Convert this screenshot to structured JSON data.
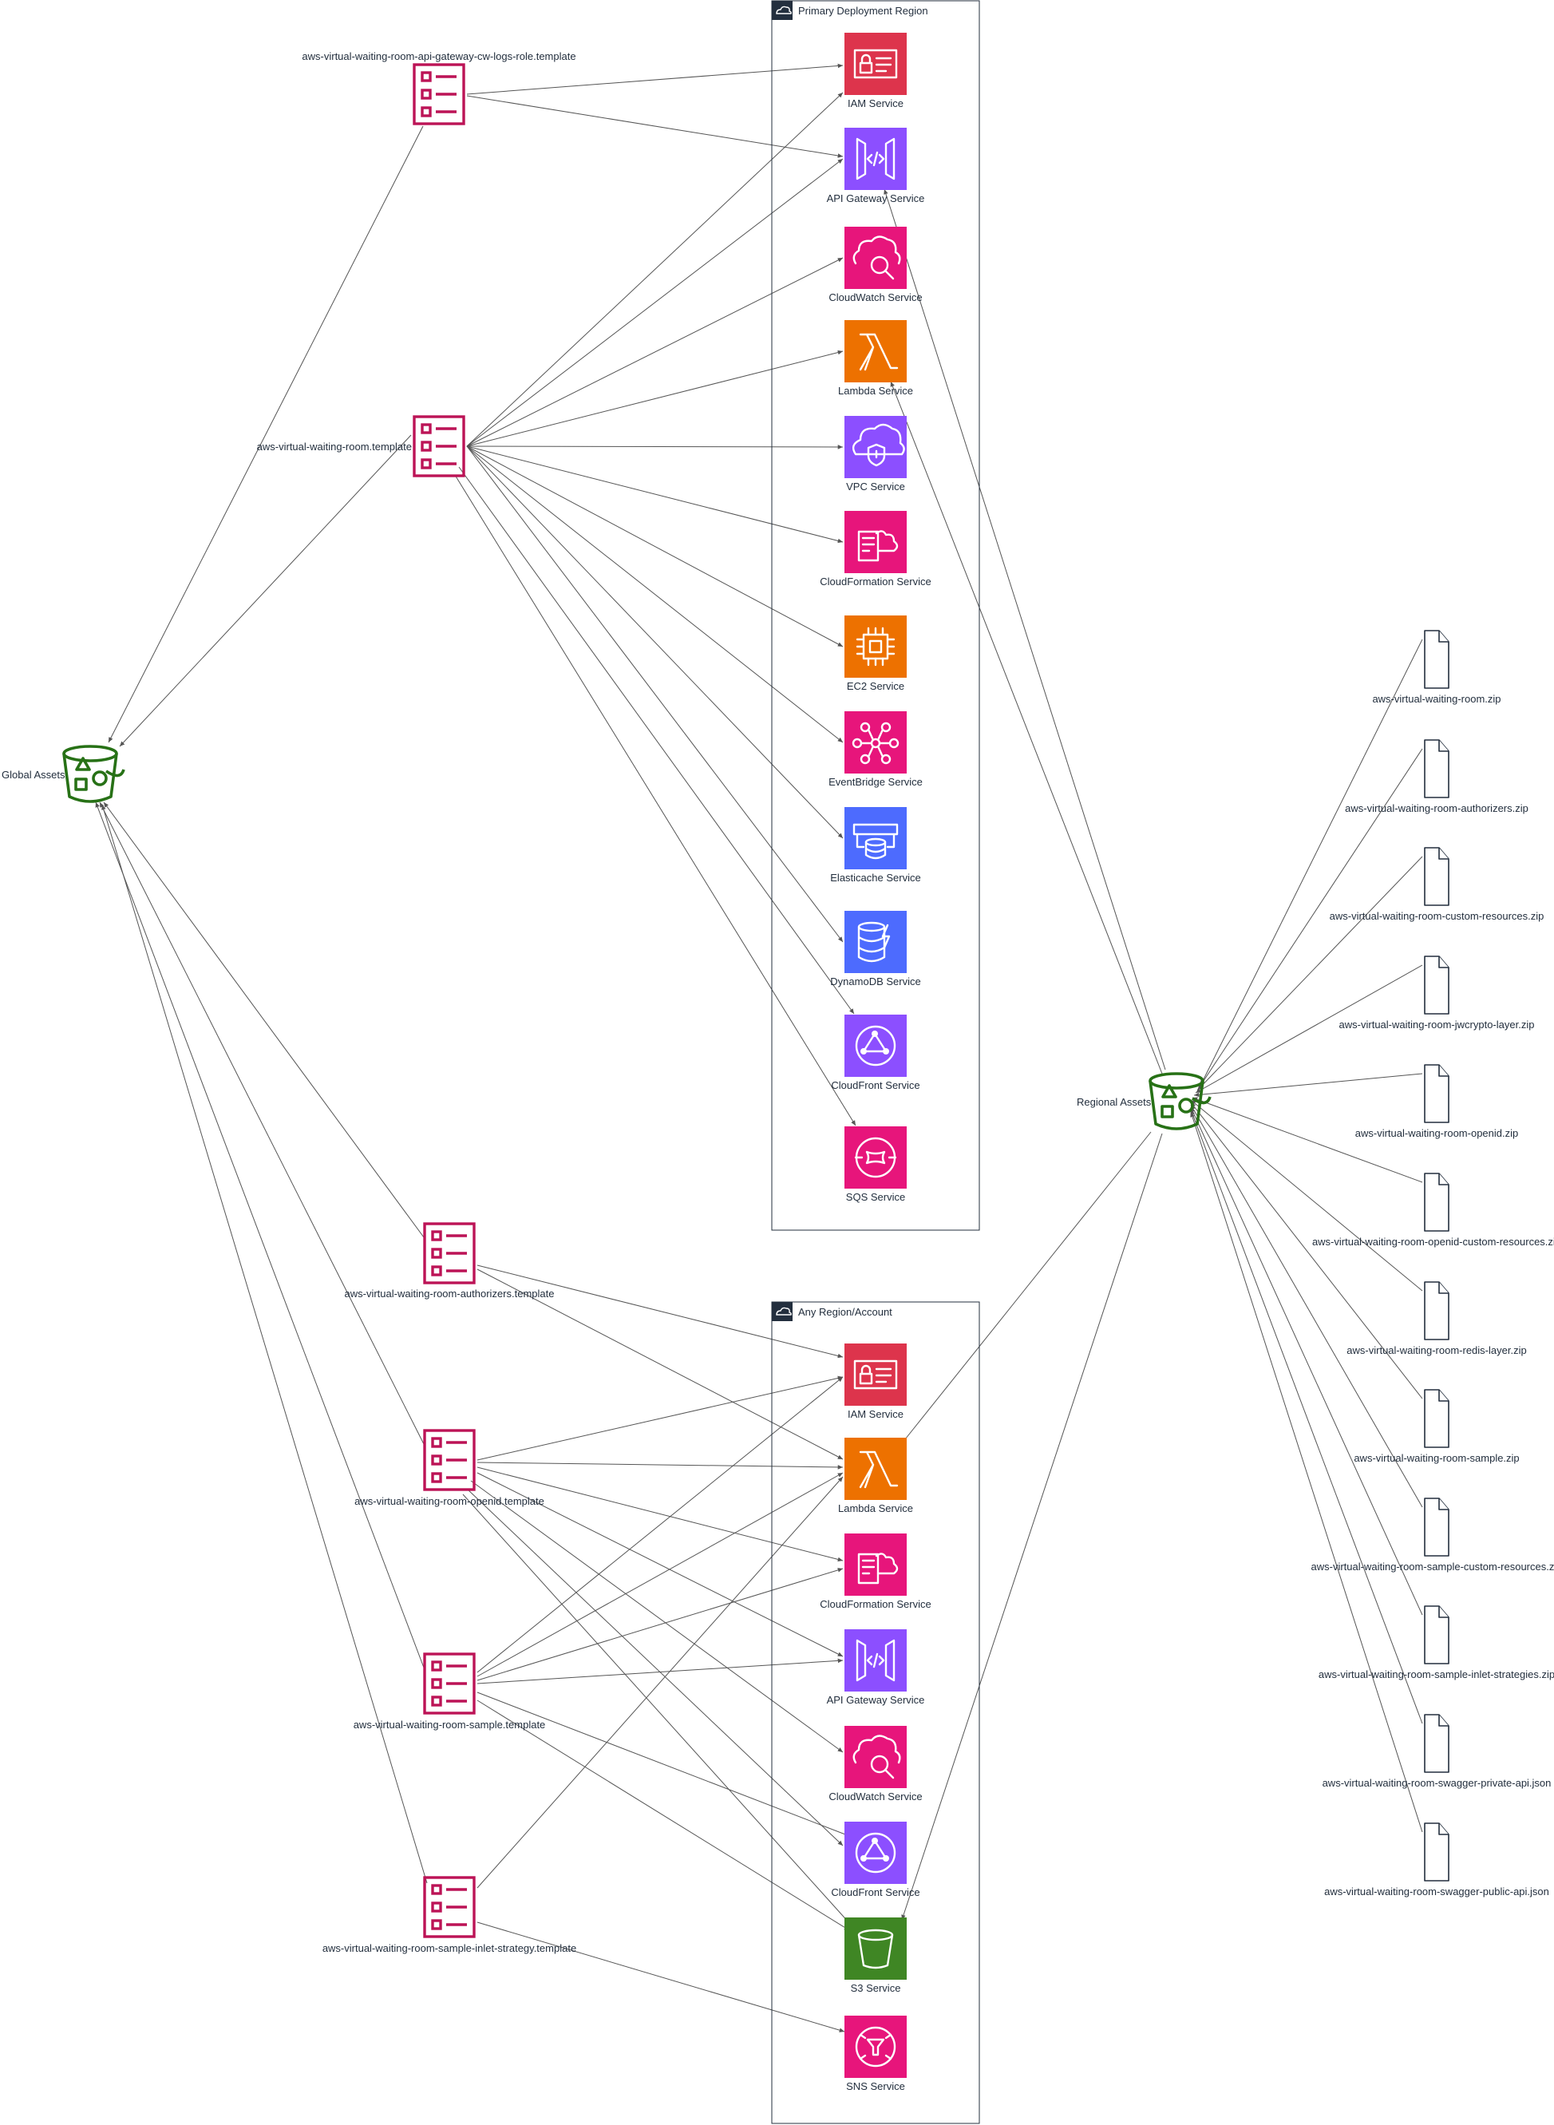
{
  "regions": [
    {
      "label": "Primary Deployment Region"
    },
    {
      "label": "Any Region/Account"
    }
  ],
  "buckets": {
    "global": "Global Assets",
    "regional": "Regional Assets"
  },
  "templates": [
    "aws-virtual-waiting-room-api-gateway-cw-logs-role.template",
    "aws-virtual-waiting-room.template",
    "aws-virtual-waiting-room-authorizers.template",
    "aws-virtual-waiting-room-openid.template",
    "aws-virtual-waiting-room-sample.template",
    "aws-virtual-waiting-room-sample-inlet-strategy.template"
  ],
  "primary_services": [
    {
      "label": "IAM Service",
      "icon": "iam-icon",
      "color": "#dd344c"
    },
    {
      "label": "API Gateway Service",
      "icon": "api-gateway-icon",
      "color": "#8c4fff"
    },
    {
      "label": "CloudWatch Service",
      "icon": "cloudwatch-icon",
      "color": "#e7157b"
    },
    {
      "label": "Lambda Service",
      "icon": "lambda-icon",
      "color": "#ed7100"
    },
    {
      "label": "VPC Service",
      "icon": "vpc-icon",
      "color": "#8c4fff"
    },
    {
      "label": "CloudFormation Service",
      "icon": "cloudformation-icon",
      "color": "#e7157b"
    },
    {
      "label": "EC2 Service",
      "icon": "ec2-icon",
      "color": "#ed7100"
    },
    {
      "label": "EventBridge Service",
      "icon": "eventbridge-icon",
      "color": "#e7157b"
    },
    {
      "label": "Elasticache Service",
      "icon": "elasticache-icon",
      "color": "#4d6bfe"
    },
    {
      "label": "DynamoDB Service",
      "icon": "dynamodb-icon",
      "color": "#4d6bfe"
    },
    {
      "label": "CloudFront Service",
      "icon": "cloudfront-icon",
      "color": "#8c4fff"
    },
    {
      "label": "SQS Service",
      "icon": "sqs-icon",
      "color": "#e7157b"
    }
  ],
  "any_services": [
    {
      "label": "IAM Service",
      "icon": "iam-icon",
      "color": "#dd344c"
    },
    {
      "label": "Lambda Service",
      "icon": "lambda-icon",
      "color": "#ed7100"
    },
    {
      "label": "CloudFormation Service",
      "icon": "cloudformation-icon",
      "color": "#e7157b"
    },
    {
      "label": "API Gateway Service",
      "icon": "api-gateway-icon",
      "color": "#8c4fff"
    },
    {
      "label": "CloudWatch Service",
      "icon": "cloudwatch-icon",
      "color": "#e7157b"
    },
    {
      "label": "CloudFront Service",
      "icon": "cloudfront-icon",
      "color": "#8c4fff"
    },
    {
      "label": "S3 Service",
      "icon": "s3-icon",
      "color": "#3f8624"
    },
    {
      "label": "SNS Service",
      "icon": "sns-icon",
      "color": "#e7157b"
    }
  ],
  "files": [
    "aws-virtual-waiting-room.zip",
    "aws-virtual-waiting-room-authorizers.zip",
    "aws-virtual-waiting-room-custom-resources.zip",
    "aws-virtual-waiting-room-jwcrypto-layer.zip",
    "aws-virtual-waiting-room-openid.zip",
    "aws-virtual-waiting-room-openid-custom-resources.zip",
    "aws-virtual-waiting-room-redis-layer.zip",
    "aws-virtual-waiting-room-sample.zip",
    "aws-virtual-waiting-room-sample-custom-resources.zip",
    "aws-virtual-waiting-room-sample-inlet-strategies.zip",
    "aws-virtual-waiting-room-swagger-private-api.json",
    "aws-virtual-waiting-room-swagger-public-api.json"
  ],
  "colors": {
    "template": "#bc1356",
    "bucket": "#277116",
    "edge": "#555555"
  }
}
